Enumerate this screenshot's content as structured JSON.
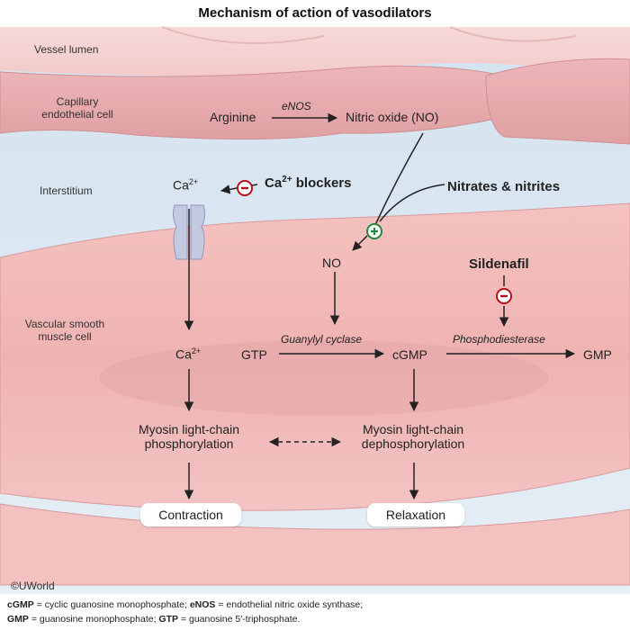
{
  "title": "Mechanism of action of vasodilators",
  "regions": {
    "lumen": "Vessel lumen",
    "endothelial_1": "Capillary",
    "endothelial_2": "endothelial cell",
    "interstitium": "Interstitium",
    "smooth_muscle_1": "Vascular smooth",
    "smooth_muscle_2": "muscle cell"
  },
  "nodes": {
    "arginine": "Arginine",
    "enos": "eNOS",
    "nitric_oxide": "Nitric oxide (NO)",
    "ca_top": "Ca",
    "ca_top_sup": "2+",
    "ca_blockers_prefix": "Ca",
    "ca_blockers_sup": "2+",
    "ca_blockers_suffix": " blockers",
    "nitrates": "Nitrates & nitrites",
    "no": "NO",
    "sildenafil": "Sildenafil",
    "ca_bottom": "Ca",
    "ca_bottom_sup": "2+",
    "gtp": "GTP",
    "guanylyl_cyclase": "Guanylyl cyclase",
    "cgmp": "cGMP",
    "phosphodiesterase": "Phosphodiesterase",
    "gmp": "GMP",
    "mlc_phos_1": "Myosin light-chain",
    "mlc_phos_2": "phosphorylation",
    "mlc_dephos_1": "Myosin light-chain",
    "mlc_dephos_2": "dephosphorylation",
    "contraction": "Contraction",
    "relaxation": "Relaxation"
  },
  "symbols": {
    "minus": "−",
    "plus": "+"
  },
  "copyright": "©UWorld",
  "footnote": {
    "line1": [
      {
        "abbr": "cGMP",
        "def": " = cyclic guanosine monophosphate; "
      },
      {
        "abbr": "eNOS",
        "def": " = endothelial nitric oxide synthase;"
      }
    ],
    "line2": [
      {
        "abbr": "GMP",
        "def": " = guanosine monophosphate; "
      },
      {
        "abbr": "GTP",
        "def": " = guanosine 5′-triphosphate."
      }
    ]
  },
  "colors": {
    "inhibit": "#b5121b",
    "stimulate": "#1f8a3a",
    "endothelium": "#e7a9ae",
    "muscle": "#f0b4b4",
    "interstitium": "#dbe7f2",
    "channel": "#b9bfd9"
  }
}
